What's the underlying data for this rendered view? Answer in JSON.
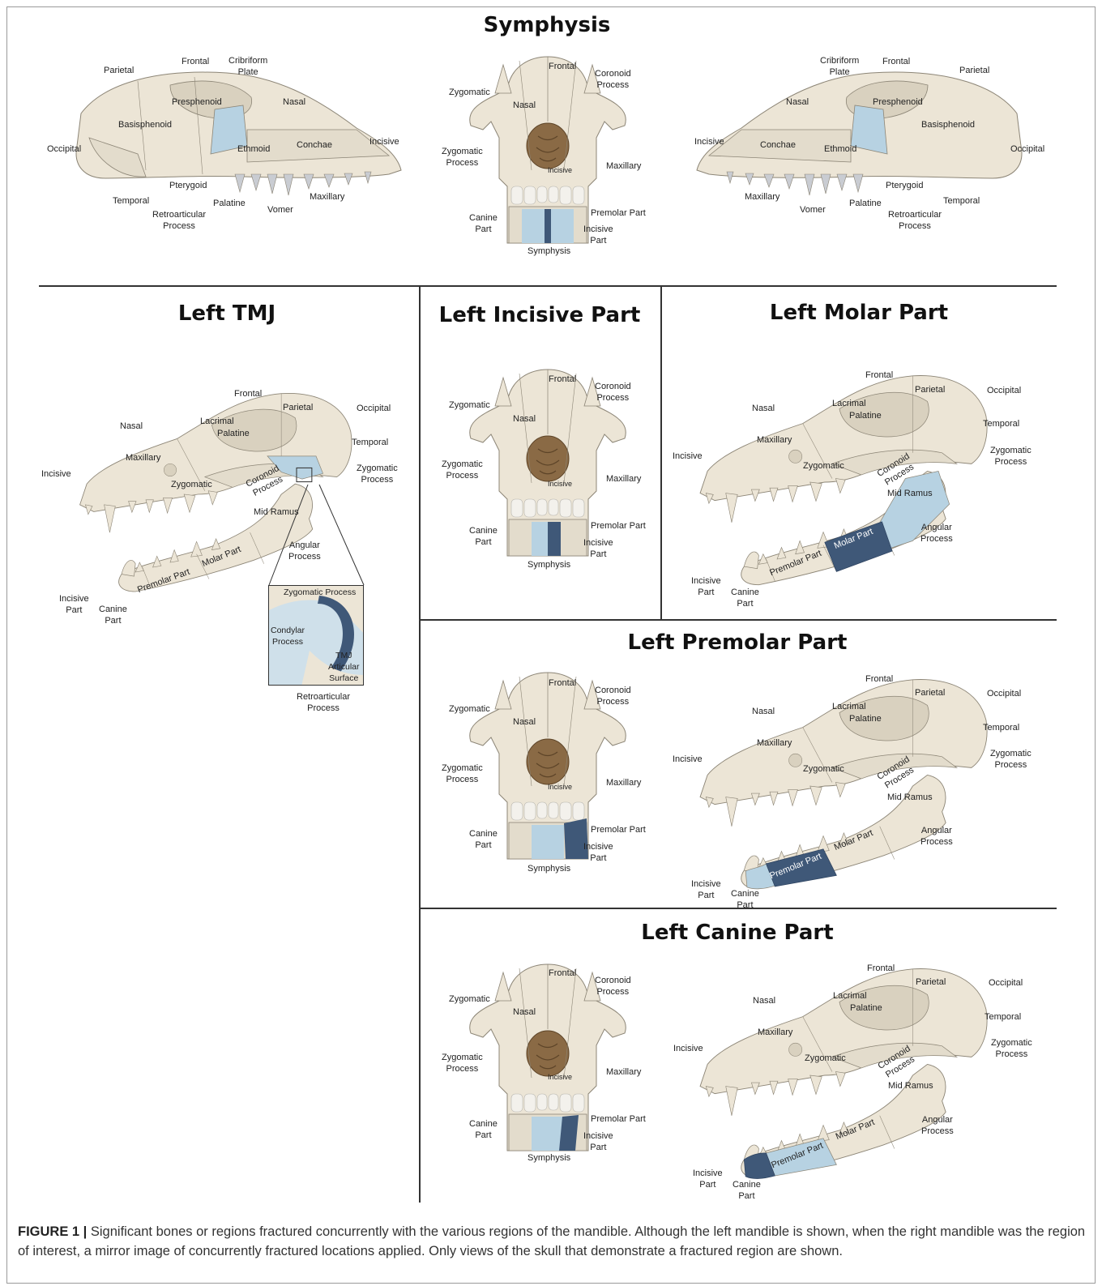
{
  "colors": {
    "bone": "#ece5d6",
    "bone_shade": "#d9d1bf",
    "outline": "#8c8576",
    "light_blue": "#b7d2e2",
    "dark_blue": "#3f5878",
    "nasal_cavity": "#8a6a45",
    "teeth": "#c9ccd2"
  },
  "panels": {
    "symphysis": {
      "title": "Symphysis",
      "left_lateral": {
        "parietal": "Parietal",
        "frontal": "Frontal",
        "cribriform_plate": "Cribriform\nPlate",
        "presphenoid": "Presphenoid",
        "nasal": "Nasal",
        "basisphenoid": "Basisphenoid",
        "occipital": "Occipital",
        "ethmoid": "Ethmoid",
        "conchae": "Conchae",
        "incisive": "Incisive",
        "pterygoid": "Pterygoid",
        "temporal": "Temporal",
        "palatine": "Palatine",
        "retroarticular_process": "Retroarticular\nProcess",
        "vomer": "Vomer",
        "maxillary": "Maxillary"
      },
      "frontal_view": {
        "frontal": "Frontal",
        "coronoid_process": "Coronoid\nProcess",
        "zygomatic": "Zygomatic",
        "nasal": "Nasal",
        "zygomatic_process": "Zygomatic\nProcess",
        "incisive": "Incisive",
        "maxillary": "Maxillary",
        "canine_part": "Canine\nPart",
        "premolar_part": "Premolar Part",
        "incisive_part": "Incisive\nPart",
        "symphysis": "Symphysis"
      },
      "right_lateral": {
        "cribriform_plate": "Cribriform\nPlate",
        "frontal": "Frontal",
        "parietal": "Parietal",
        "nasal": "Nasal",
        "presphenoid": "Presphenoid",
        "basisphenoid": "Basisphenoid",
        "incisive": "Incisive",
        "conchae": "Conchae",
        "ethmoid": "Ethmoid",
        "occipital": "Occipital",
        "pterygoid": "Pterygoid",
        "maxillary": "Maxillary",
        "vomer": "Vomer",
        "palatine": "Palatine",
        "temporal": "Temporal",
        "retroarticular_process": "Retroarticular\nProcess"
      }
    },
    "left_tmj": {
      "title": "Left TMJ",
      "labels": {
        "frontal": "Frontal",
        "parietal": "Parietal",
        "occipital": "Occipital",
        "nasal": "Nasal",
        "lacrimal": "Lacrimal",
        "palatine": "Palatine",
        "temporal": "Temporal",
        "maxillary": "Maxillary",
        "incisive": "Incisive",
        "zygomatic": "Zygomatic",
        "coronoid_process": "Coronoid\nProcess",
        "zygomatic_process": "Zygomatic\nProcess",
        "mid_ramus": "Mid Ramus",
        "angular_process": "Angular\nProcess",
        "molar_part": "Molar Part",
        "premolar_part": "Premolar Part",
        "incisive_part": "Incisive\nPart",
        "canine_part": "Canine\nPart"
      },
      "inset": {
        "zygomatic_process": "Zygomatic Process",
        "condylar_process": "Condylar\nProcess",
        "tmj_articular_surface": "TMJ\nArticular\nSurface",
        "retroarticular_process": "Retroarticular\nProcess"
      }
    },
    "left_incisive_part": {
      "title": "Left Incisive Part",
      "labels": {
        "frontal": "Frontal",
        "coronoid_process": "Coronoid\nProcess",
        "zygomatic": "Zygomatic",
        "nasal": "Nasal",
        "zygomatic_process": "Zygomatic\nProcess",
        "incisive": "Incisive",
        "maxillary": "Maxillary",
        "canine_part": "Canine\nPart",
        "premolar_part": "Premolar Part",
        "incisive_part": "Incisive\nPart",
        "symphysis": "Symphysis"
      }
    },
    "left_molar_part": {
      "title": "Left Molar Part",
      "labels": {
        "frontal": "Frontal",
        "parietal": "Parietal",
        "occipital": "Occipital",
        "nasal": "Nasal",
        "lacrimal": "Lacrimal",
        "palatine": "Palatine",
        "temporal": "Temporal",
        "maxillary": "Maxillary",
        "incisive": "Incisive",
        "zygomatic": "Zygomatic",
        "zygomatic_process": "Zygomatic\nProcess",
        "coronoid_process": "Coronoid\nProcess",
        "mid_ramus": "Mid Ramus",
        "angular_process": "Angular\nProcess",
        "molar_part": "Molar Part",
        "premolar_part": "Premolar Part",
        "incisive_part": "Incisive\nPart",
        "canine_part": "Canine\nPart"
      }
    },
    "left_premolar_part": {
      "title": "Left Premolar Part",
      "frontal_view": {
        "frontal": "Frontal",
        "coronoid_process": "Coronoid\nProcess",
        "zygomatic": "Zygomatic",
        "nasal": "Nasal",
        "zygomatic_process": "Zygomatic\nProcess",
        "incisive": "Incisive",
        "maxillary": "Maxillary",
        "canine_part": "Canine\nPart",
        "premolar_part": "Premolar Part",
        "incisive_part": "Incisive\nPart",
        "symphysis": "Symphysis"
      },
      "lateral_view": {
        "frontal": "Frontal",
        "parietal": "Parietal",
        "occipital": "Occipital",
        "nasal": "Nasal",
        "lacrimal": "Lacrimal",
        "palatine": "Palatine",
        "temporal": "Temporal",
        "maxillary": "Maxillary",
        "incisive": "Incisive",
        "zygomatic": "Zygomatic",
        "zygomatic_process": "Zygomatic\nProcess",
        "coronoid_process": "Coronoid\nProcess",
        "mid_ramus": "Mid Ramus",
        "angular_process": "Angular\nProcess",
        "molar_part": "Molar Part",
        "premolar_part": "Premolar Part",
        "incisive_part": "Incisive\nPart",
        "canine_part": "Canine\nPart"
      }
    },
    "left_canine_part": {
      "title": "Left Canine Part",
      "frontal_view": {
        "frontal": "Frontal",
        "coronoid_process": "Coronoid\nProcess",
        "zygomatic": "Zygomatic",
        "nasal": "Nasal",
        "zygomatic_process": "Zygomatic\nProcess",
        "incisive": "Incisive",
        "maxillary": "Maxillary",
        "canine_part": "Canine\nPart",
        "premolar_part": "Premolar Part",
        "incisive_part": "Incisive\nPart",
        "symphysis": "Symphysis"
      },
      "lateral_view": {
        "frontal": "Frontal",
        "parietal": "Parietal",
        "occipital": "Occipital",
        "nasal": "Nasal",
        "lacrimal": "Lacrimal",
        "palatine": "Palatine",
        "temporal": "Temporal",
        "maxillary": "Maxillary",
        "incisive": "Incisive",
        "zygomatic": "Zygomatic",
        "zygomatic_process": "Zygomatic\nProcess",
        "coronoid_process": "Coronoid\nProcess",
        "mid_ramus": "Mid Ramus",
        "angular_process": "Angular\nProcess",
        "molar_part": "Molar Part",
        "premolar_part": "Premolar Part",
        "incisive_part": "Incisive\nPart",
        "canine_part": "Canine\nPart"
      }
    }
  },
  "caption": {
    "label": "FIGURE 1 |",
    "text": " Significant bones or regions fractured concurrently with the various regions of the mandible. Although the left mandible is shown, when the right mandible was the region of interest, a mirror image of concurrently fractured locations applied. Only views of the skull that demonstrate a fractured region are shown."
  }
}
